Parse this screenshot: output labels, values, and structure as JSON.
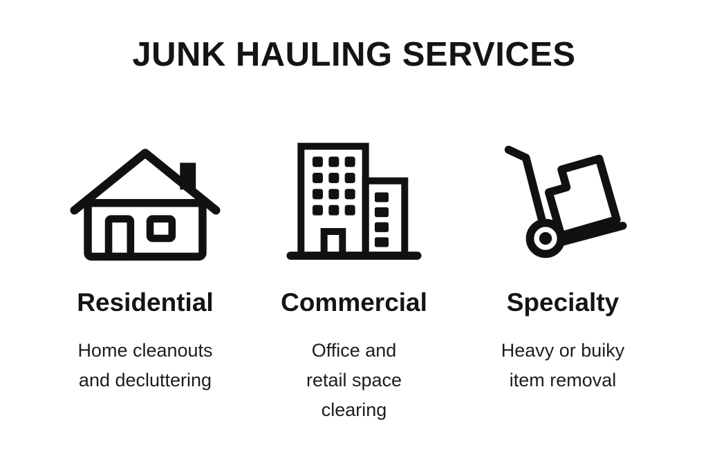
{
  "title": "JUNK HAULING SERVICES",
  "colors": {
    "background": "#ffffff",
    "ink": "#111111"
  },
  "columns": [
    {
      "id": "residential",
      "icon": "house-icon",
      "title": "Residential",
      "description_lines": [
        "Home cleanouts",
        "and decluttering"
      ]
    },
    {
      "id": "commercial",
      "icon": "office-building-icon",
      "title": "Commercial",
      "description_lines": [
        "Office and",
        "retail space",
        "clearing"
      ]
    },
    {
      "id": "specialty",
      "icon": "hand-truck-icon",
      "title": "Specialty",
      "description_lines": [
        "Heavy or buiky",
        "item removal"
      ]
    }
  ]
}
